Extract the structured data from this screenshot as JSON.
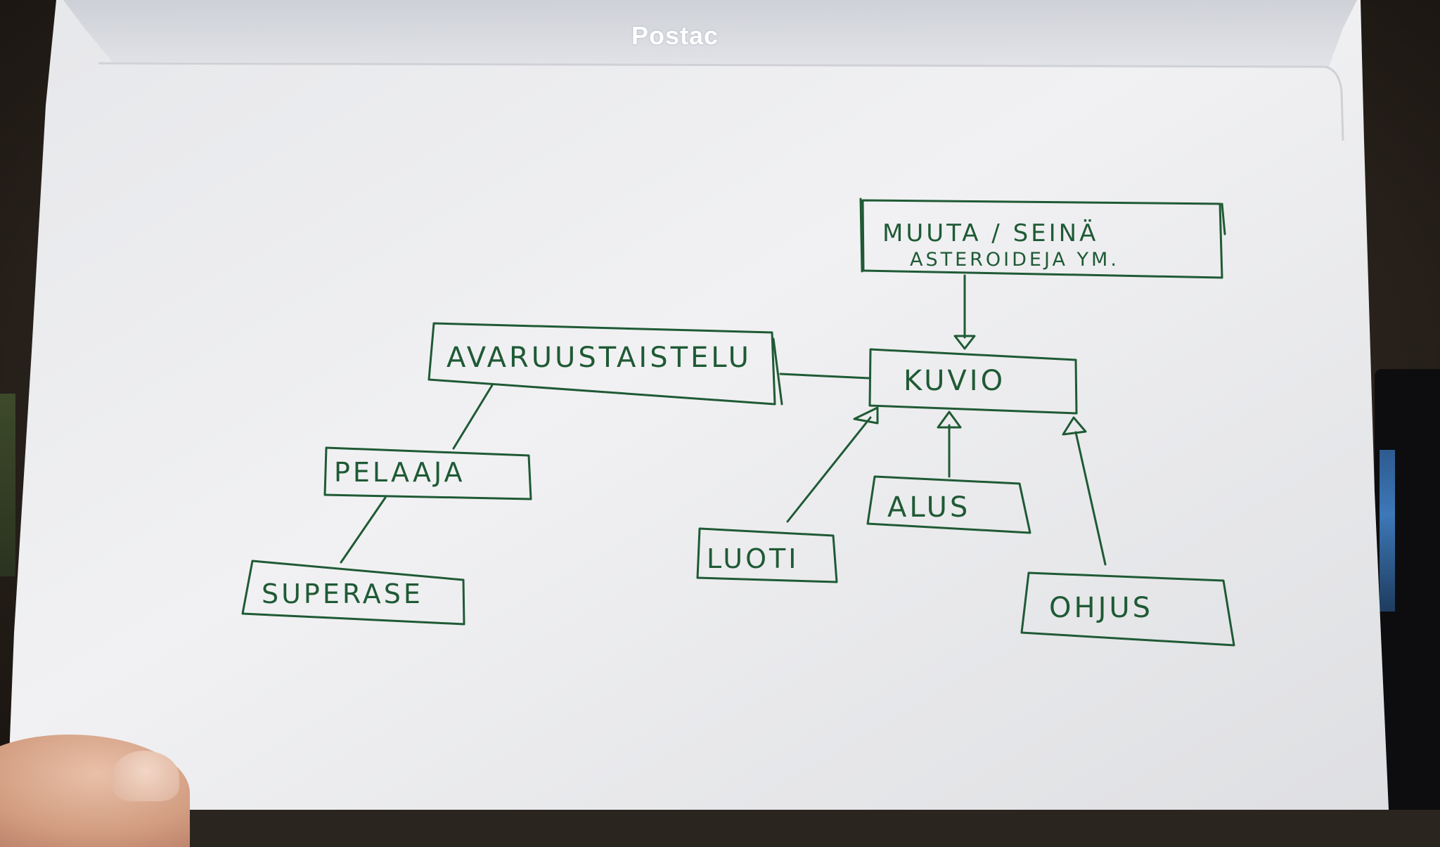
{
  "envelope": {
    "brand": "Postac"
  },
  "diagram": {
    "colors": {
      "ink": "#1f5a35",
      "paper": "#efeff1",
      "flap": "#d9dbe0"
    },
    "boxes": {
      "muuta": {
        "line1": "MUUTA / SEINÄ",
        "line2": "ASTEROIDEJA YM."
      },
      "avaruustaistelu": "AVARUUSTAISTELU",
      "kuvio": "KUVIO",
      "pelaaja": "PELAAJA",
      "superase": "SUPERASE",
      "alus": "ALUS",
      "luoti": "LUOTI",
      "ohjus": "OHJUS"
    }
  }
}
